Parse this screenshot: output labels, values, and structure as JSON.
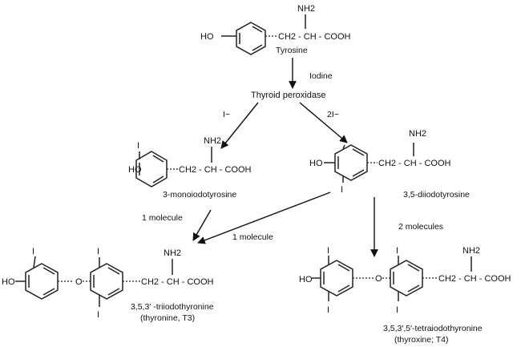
{
  "molecules": {
    "tyrosine": {
      "name": "Tyrosine",
      "ho": "HO",
      "chain": "CH2 - CH - COOH",
      "nh2": "NH2"
    },
    "mit": {
      "name": "3-monoiodotyrosine",
      "ho": "HO",
      "i": "I",
      "chain": "CH2 - CH - COOH",
      "nh2": "NH2"
    },
    "dit": {
      "name": "3,5-diiodotyrosine",
      "ho": "HO",
      "i": "I",
      "chain": "CH2 - CH - COOH",
      "nh2": "NH2"
    },
    "t3": {
      "name_line1": "3,5,3′ -triiodothyronine",
      "name_line2": "(thyronine, T3)",
      "ho": "HO",
      "o": "O",
      "i": "I",
      "chain": "CH2 - CH - COOH",
      "nh2": "NH2"
    },
    "t4": {
      "name_line1": "3,5,3′,5′-tetraiodothyronine",
      "name_line2": "(thyroxine; T4)",
      "ho": "HO",
      "o": "O",
      "i": "I",
      "chain": "CH2 - CH - COOH",
      "nh2": "NH2"
    }
  },
  "labels": {
    "iodine": "Iodine",
    "enzyme": "Thyroid peroxidase",
    "i_minus": "I−",
    "two_i_minus": "2I−",
    "one_molecule_a": "1 molecule",
    "one_molecule_b": "1 molecule",
    "two_molecules": "2 molecules"
  }
}
